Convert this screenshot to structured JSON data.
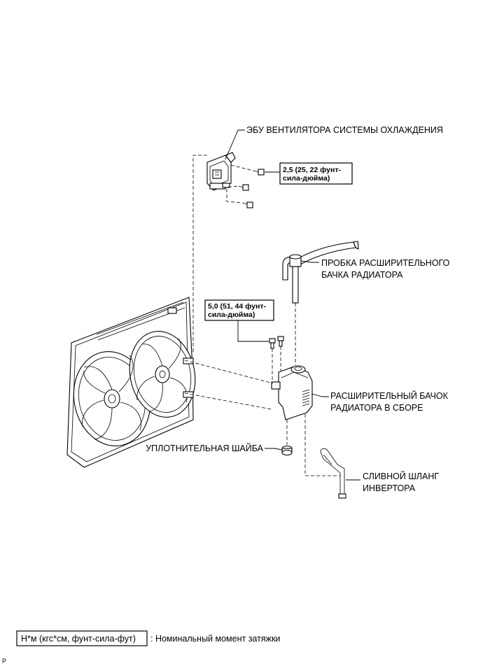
{
  "labels": {
    "ecu": "ЭБУ ВЕНТИЛЯТОРА СИСТЕМЫ ОХЛАЖДЕНИЯ",
    "cap_line1": "ПРОБКА РАСШИРИТЕЛЬНОГО",
    "cap_line2": "БАЧКА РАДИАТОРА",
    "tank_line1": "РАСШИРИТЕЛЬНЫЙ БАЧОК",
    "tank_line2": "РАДИАТОРА В СБОРЕ",
    "washer": "УПЛОТНИТЕЛЬНАЯ ШАЙБА",
    "hose_line1": "СЛИВНОЙ ШЛАНГ",
    "hose_line2": "ИНВЕРТОРА"
  },
  "torque": {
    "ecu_line1": "2,5 (25, 22 фунт-",
    "ecu_line2": "сила-дюйма)",
    "tank_line1": "5,0 (51, 44 фунт-",
    "tank_line2": "сила-дюйма)"
  },
  "legend": {
    "box_text": "Н*м (кгс*см, фунт-сила-фут)",
    "description": ": Номинальный момент затяжки"
  },
  "corner_mark": "P"
}
